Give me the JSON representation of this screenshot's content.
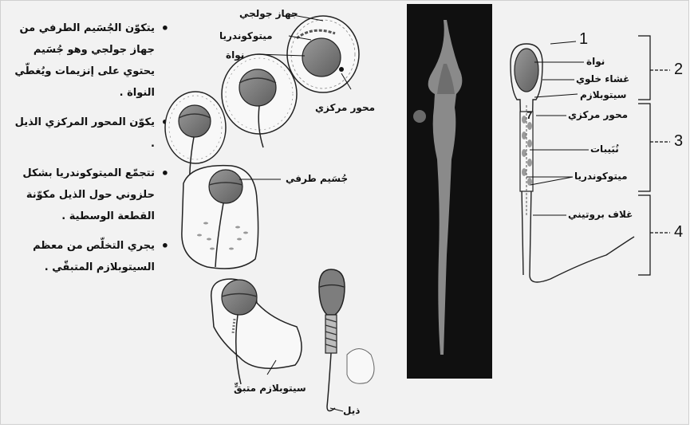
{
  "bullets": [
    "يتكوّن الجُسَيم الطرفي من جهاز جولجي وهو جُسَيم يحتوي على إنزيمات ويُغطّي النواة .",
    "يكوّن المحور المركزي الذيل .",
    "تتجمّع الميتوكوندريا بشكل حلزوني حول الذيل مكوّنة القطعة الوسطية .",
    "يجري التخلّص من معظم السيتوبلازم المتبقّي ."
  ],
  "development_labels": {
    "golgi": "جهاز جولجي",
    "mitochondria": "ميتوكوندريا",
    "nucleus": "نواة",
    "centriole": "محور مركزي",
    "acrosome": "جُسَيم طرفي",
    "residual_cytoplasm": "سيتوبلازم متبقٍّ",
    "tail": "ذيل"
  },
  "sperm_labels": {
    "nucleus": "نواة",
    "cell_membrane": "غشاء خلوي",
    "cytoplasm": "سيتوبلازم",
    "centriole": "محور مركزي",
    "microtubules": "نُبَيبات",
    "mitochondria": "ميتوكوندريا",
    "protein_sheath": "غلاف بروتيني"
  },
  "region_numbers": {
    "n1": "1",
    "n2": "2",
    "n3": "3",
    "n4": "4",
    "n7": "7"
  },
  "colors": {
    "nucleus": "#7a7a7a",
    "photo_bg": "#101010",
    "photo_cell": "#8a8a8a",
    "ink": "#111111"
  }
}
